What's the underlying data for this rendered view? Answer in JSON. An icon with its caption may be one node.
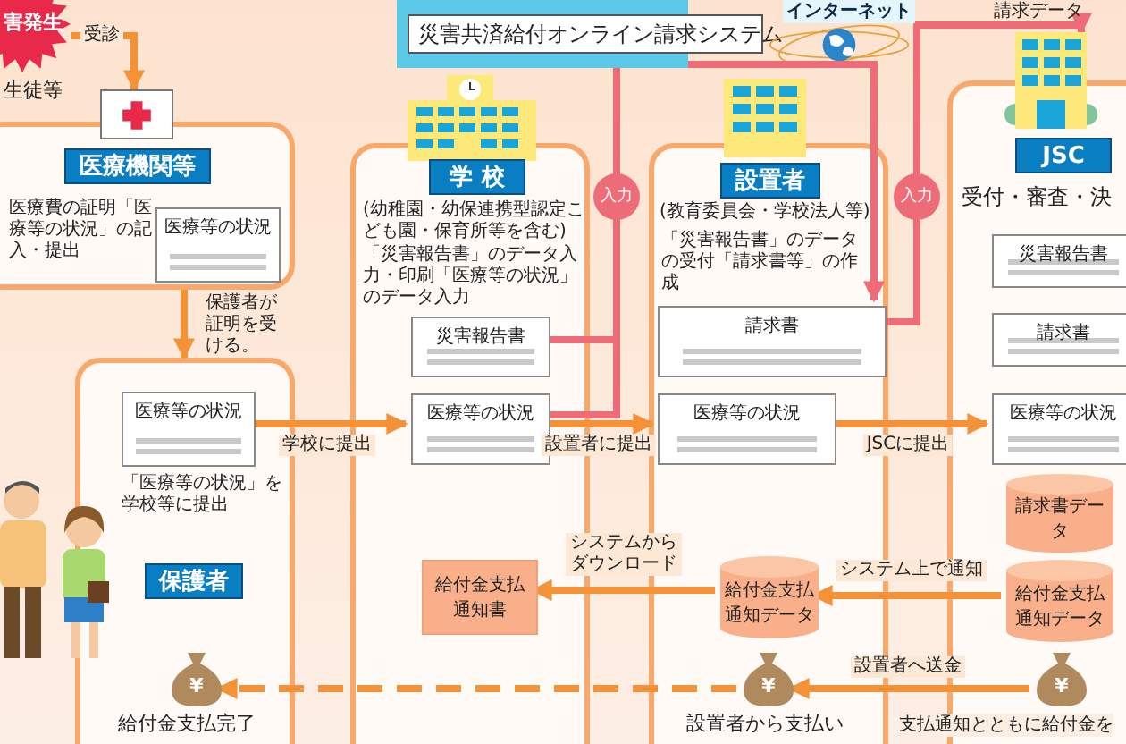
{
  "diagram": {
    "nodes": [
      {
        "text": [
          "害発生"
        ],
        "beside": [
          "生徒等"
        ]
      },
      {
        "text": [],
        "shape": "picture"
      },
      {
        "text": [
          "医療機関等",
          "医療費の証明「医療等の状況」の記入・提出"
        ]
      },
      {
        "text": [
          "医療等の状況"
        ],
        "in": 2
      },
      {
        "text": [
          "災害共済給付オンライン請求システム"
        ]
      },
      {
        "text": [
          "学 校",
          "(幼稚園・幼保連携型認定こども園・保育所等を含む)",
          "「災害報告書」のデータ入力・印刷「医療等の状況」のデータ入力"
        ]
      },
      {
        "text": [
          "災害報告書"
        ],
        "in": 5
      },
      {
        "text": [
          "医療等の状況"
        ],
        "in": 5
      },
      {
        "text": [
          "給付金支払通知書"
        ],
        "in": 5
      },
      {
        "text": [
          "設置者",
          "(教育委員会・学校法人等)",
          "「災害報告書」のデータの受付「請求書等」の作成"
        ]
      },
      {
        "text": [
          "請求書"
        ],
        "in": 9
      },
      {
        "text": [
          "医療等の状況"
        ],
        "in": 9
      },
      {
        "text": [
          "給付金支払通知データ"
        ],
        "in": 9
      },
      {
        "text": [
          "¥"
        ],
        "in": 9,
        "beside": [
          "設置者から支払い"
        ]
      },
      {
        "text": [],
        "shape": "picture"
      },
      {
        "text": [
          "JSC",
          "受付・審査・決"
        ]
      },
      {
        "text": [
          "災害報告書"
        ],
        "in": 15
      },
      {
        "text": [
          "請求書"
        ],
        "in": 15
      },
      {
        "text": [
          "医療等の状況"
        ],
        "in": 15
      },
      {
        "text": [
          "請求書データ"
        ],
        "in": 15
      },
      {
        "text": [
          "給付金支払通知データ"
        ],
        "in": 15
      },
      {
        "text": [
          "¥"
        ],
        "in": 15,
        "beside": [
          "支払通知とともに給付金を"
        ]
      },
      {
        "text": [
          "「医療等の状況」を学校等に提出",
          "保護者"
        ]
      },
      {
        "text": [
          "医療等の状況"
        ],
        "in": 22
      },
      {
        "text": [
          "¥"
        ],
        "in": 22,
        "beside": [
          "給付金支払完了"
        ]
      }
    ],
    "edges": [
      {
        "from": 0,
        "to": 1,
        "arrow": "to",
        "label": "受診"
      },
      {
        "from": 2,
        "to": 22,
        "arrow": "to",
        "label": "保護者が証明を受ける。"
      },
      {
        "from": 23,
        "to": 7,
        "arrow": "to",
        "label": "学校に提出"
      },
      {
        "from": 7,
        "to": 11,
        "arrow": "to",
        "label": "設置者に提出"
      },
      {
        "from": 11,
        "to": 18,
        "arrow": "to",
        "label": "JSCに提出"
      },
      {
        "from": 6,
        "to": 4,
        "arrow": "none",
        "label": "入力",
        "color": "#ee6b78"
      },
      {
        "from": 7,
        "to": 4,
        "arrow": "none",
        "color": "#ee6b78"
      },
      {
        "from": 4,
        "to": 10,
        "arrow": "to",
        "color": "#ee6b78"
      },
      {
        "from": 10,
        "to": 14,
        "arrow": "to",
        "label": "入力",
        "color": "#ee6b78"
      },
      {
        "from": 20,
        "to": 12,
        "arrow": "to",
        "label": "システム上で通知"
      },
      {
        "from": 12,
        "to": 8,
        "arrow": "to",
        "label": "システムからダウンロード"
      },
      {
        "from": 21,
        "to": 13,
        "arrow": "to",
        "label": "設置者へ送金"
      },
      {
        "from": 13,
        "to": 24,
        "arrow": "to",
        "style": "dashed"
      }
    ],
    "labels": [
      "インターネット",
      "請求データ"
    ]
  }
}
